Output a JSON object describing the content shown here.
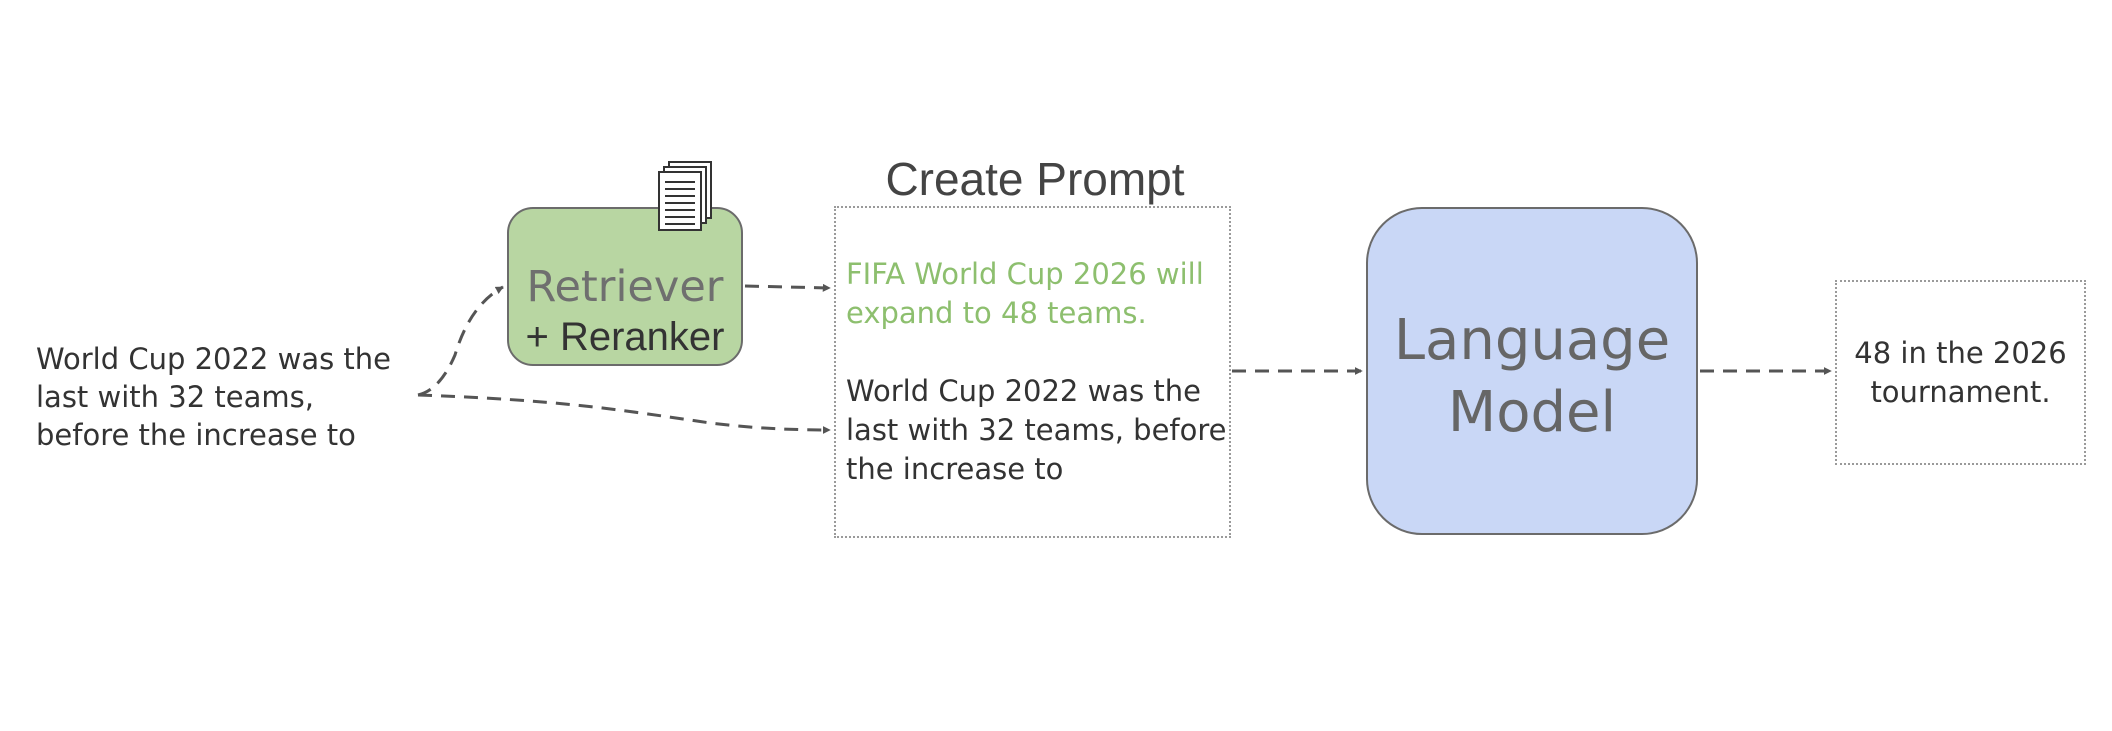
{
  "input": {
    "lines": [
      "World Cup 2022 was the",
      "last with 32 teams,",
      "before the increase to"
    ]
  },
  "retriever": {
    "title": "Retriever",
    "subtitle": "+ Reranker",
    "icon": "documents-icon"
  },
  "prompt": {
    "title": "Create Prompt",
    "retrieved_lines": [
      "FIFA World Cup 2026 will",
      "expand to 48 teams."
    ],
    "input_lines": [
      "World Cup 2022 was the",
      "last with 32 teams, before",
      "the increase to"
    ]
  },
  "language_model": {
    "lines": [
      "Language",
      "Model"
    ]
  },
  "output": {
    "lines": [
      "48 in the 2026",
      "tournament."
    ]
  },
  "colors": {
    "retriever_fill": "#b8d6a2",
    "language_model_fill": "#c9d7f6",
    "retrieved_text": "#8dbf6e",
    "arrow": "#555555"
  }
}
